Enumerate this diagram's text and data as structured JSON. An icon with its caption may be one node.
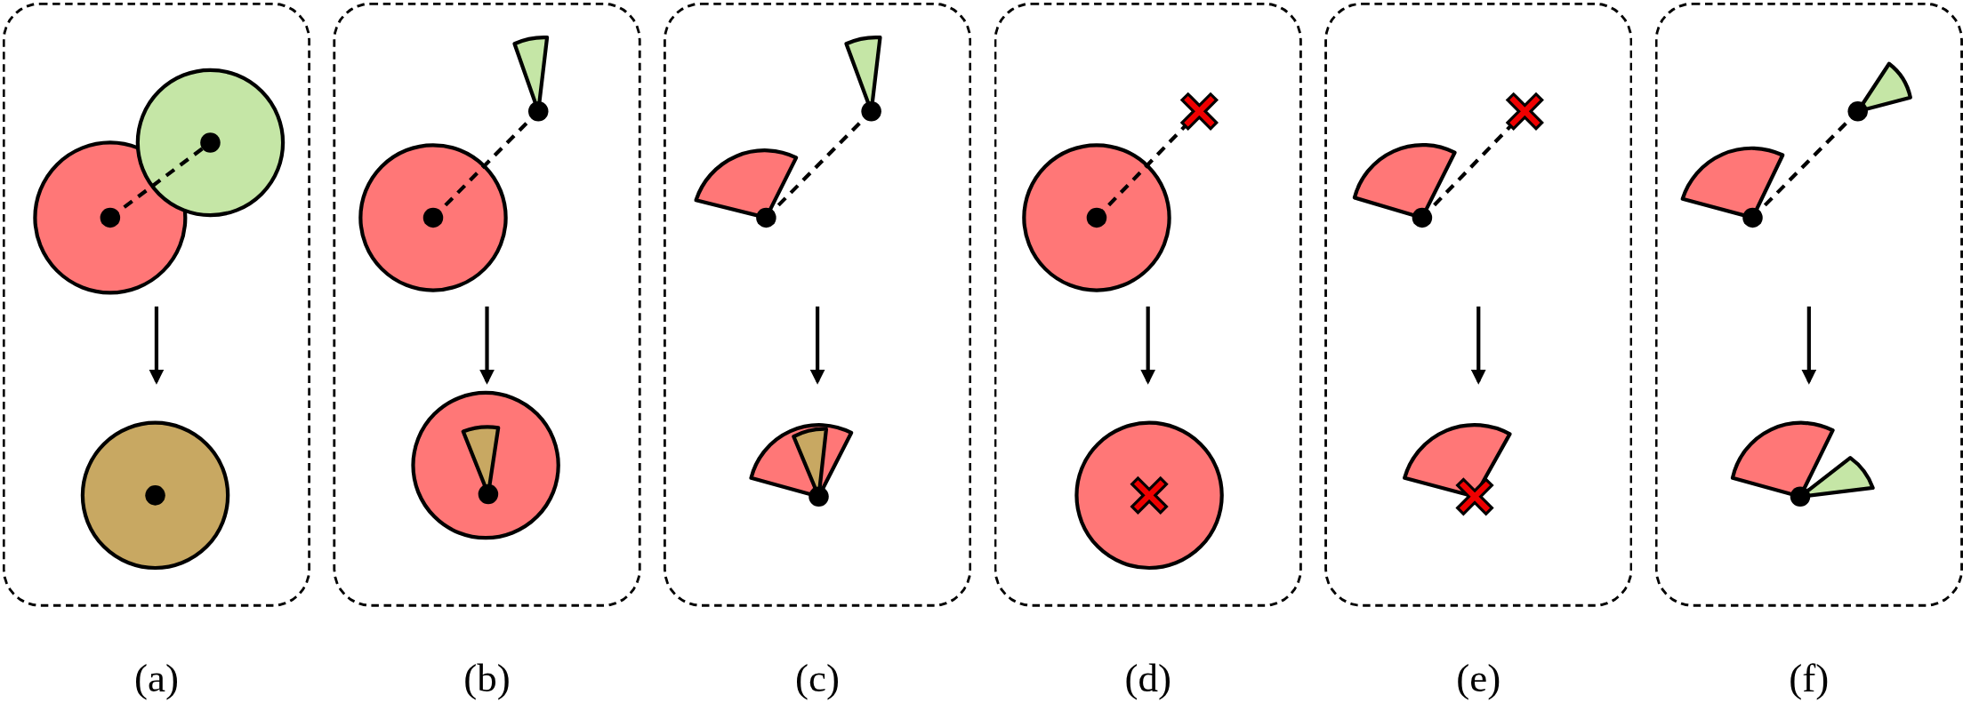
{
  "diagram": {
    "nodes": [
      {
        "text": [
          "(a)"
        ]
      },
      {
        "text": [],
        "shape": "circle",
        "in": 0
      },
      {
        "text": [],
        "shape": "circle",
        "in": 0
      },
      {
        "text": [
          "(b)"
        ]
      },
      {
        "text": [],
        "shape": "circle",
        "in": 3
      },
      {
        "text": [],
        "shape": "circle",
        "in": 3
      },
      {
        "text": [
          "(c)"
        ]
      },
      {
        "text": [],
        "shape": "sector",
        "in": 6
      },
      {
        "text": [],
        "shape": "sector",
        "in": 6
      },
      {
        "text": [
          "(d)"
        ]
      },
      {
        "text": [],
        "shape": "circle",
        "in": 9
      },
      {
        "text": [],
        "shape": "circle",
        "in": 9
      },
      {
        "text": [
          "(e)"
        ]
      },
      {
        "text": [],
        "shape": "sector",
        "in": 12
      },
      {
        "text": [],
        "shape": "sector",
        "in": 12
      },
      {
        "text": [
          "(f)"
        ]
      },
      {
        "text": [],
        "shape": "sector",
        "in": 15
      },
      {
        "text": [],
        "shape": "sector",
        "in": 15
      }
    ],
    "edges": [
      {
        "from": 1,
        "to": 2,
        "arrow": "to"
      },
      {
        "from": 4,
        "to": 5,
        "arrow": "to"
      },
      {
        "from": 7,
        "to": 8,
        "arrow": "to"
      },
      {
        "from": 10,
        "to": 11,
        "arrow": "to"
      },
      {
        "from": 13,
        "to": 14,
        "arrow": "to"
      },
      {
        "from": 16,
        "to": 17,
        "arrow": "to"
      }
    ]
  }
}
